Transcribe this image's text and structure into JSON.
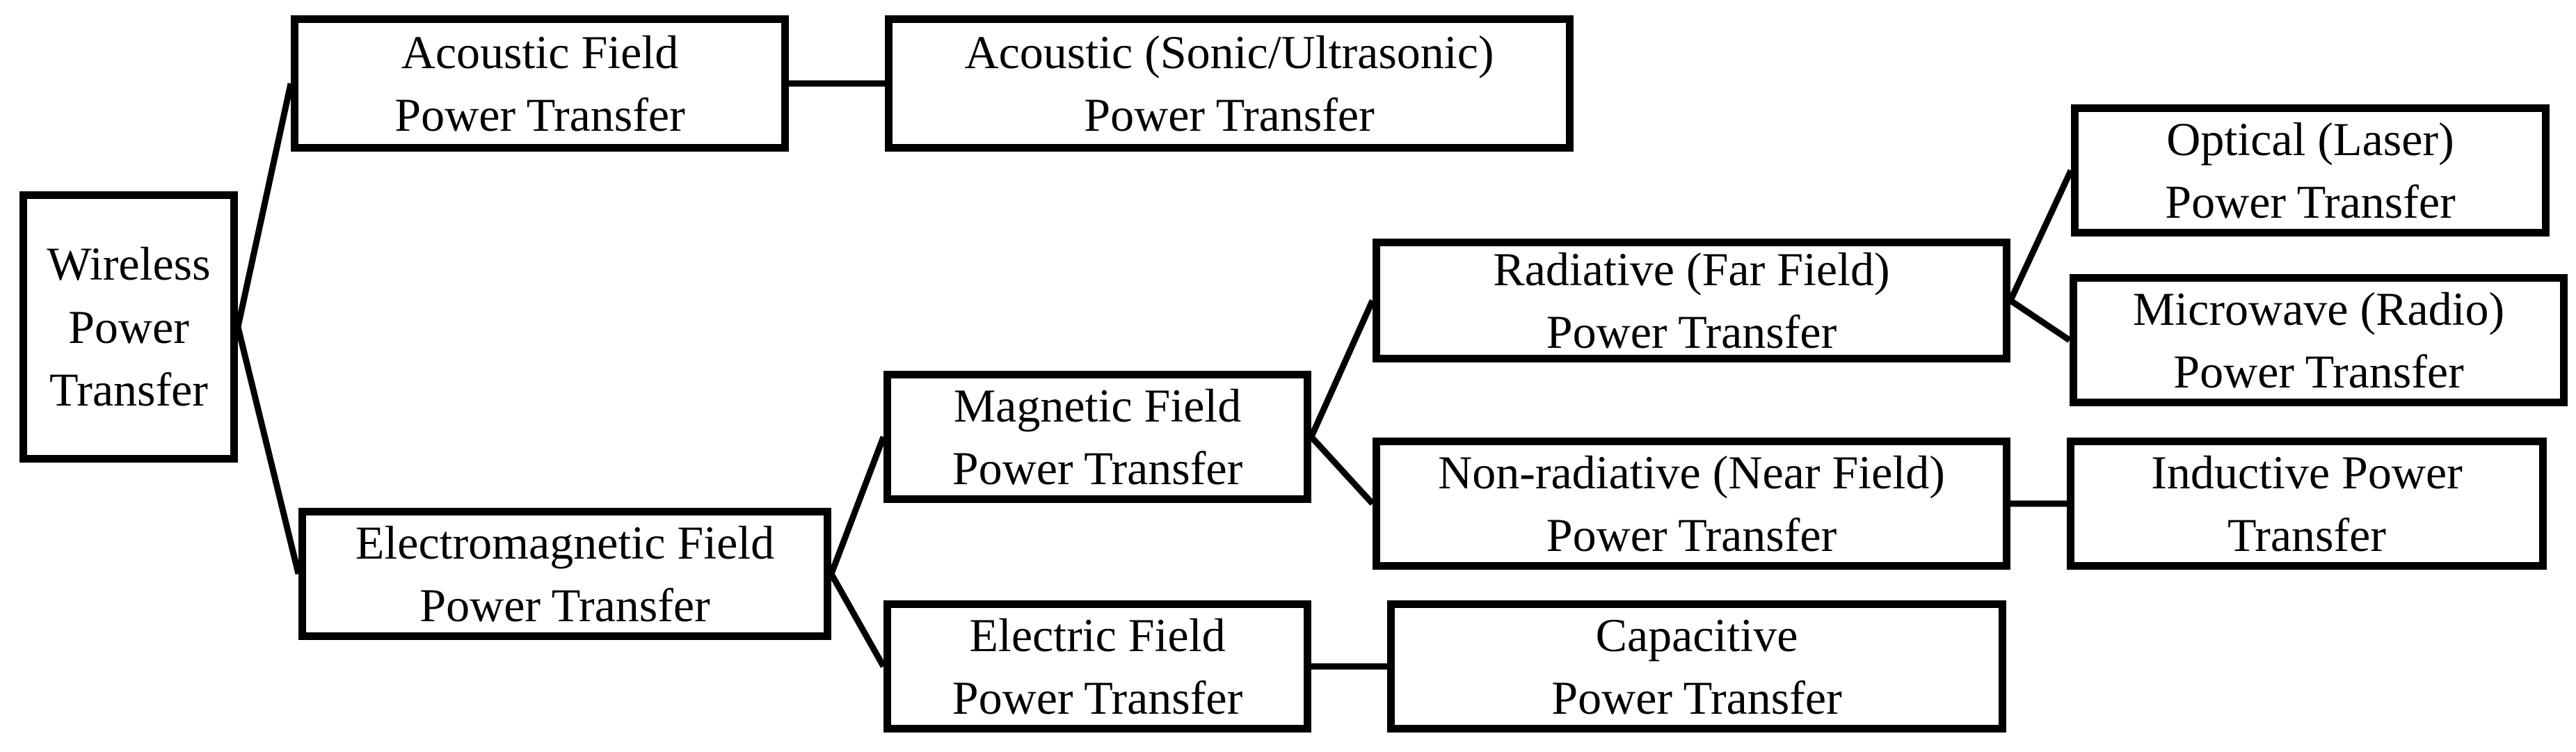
{
  "diagram": {
    "colors": {
      "background": "#ffffff",
      "box_fill": "#ffffff",
      "box_border": "#000000",
      "connector": "#000000"
    },
    "nodes": {
      "root": {
        "label": "Wireless Power Transfer",
        "lines": [
          "Wireless",
          "Power",
          "Transfer"
        ]
      },
      "acoustic_field": {
        "label": "Acoustic Field Power Transfer",
        "lines": [
          "Acoustic Field",
          "Power Transfer"
        ]
      },
      "acoustic_sonic": {
        "label": "Acoustic (Sonic/Ultrasonic) Power Transfer",
        "lines": [
          "Acoustic (Sonic/Ultrasonic)",
          "Power Transfer"
        ]
      },
      "em_field": {
        "label": "Electromagnetic Field Power Transfer",
        "lines": [
          "Electromagnetic Field",
          "Power Transfer"
        ]
      },
      "magnetic": {
        "label": "Magnetic Field Power Transfer",
        "lines": [
          "Magnetic Field",
          "Power Transfer"
        ]
      },
      "electric": {
        "label": "Electric Field Power Transfer",
        "lines": [
          "Electric Field",
          "Power Transfer"
        ]
      },
      "radiative": {
        "label": "Radiative (Far Field) Power Transfer",
        "lines": [
          "Radiative (Far Field)",
          "Power Transfer"
        ]
      },
      "non_radiative": {
        "label": "Non-radiative (Near Field) Power Transfer",
        "lines": [
          "Non-radiative (Near Field)",
          "Power Transfer"
        ]
      },
      "capacitive": {
        "label": "Capacitive Power Transfer",
        "lines": [
          "Capacitive",
          "Power Transfer"
        ]
      },
      "optical": {
        "label": "Optical (Laser) Power Transfer",
        "lines": [
          "Optical (Laser)",
          "Power Transfer"
        ]
      },
      "microwave": {
        "label": "Microwave (Radio) Power Transfer",
        "lines": [
          "Microwave (Radio)",
          "Power Transfer"
        ]
      },
      "inductive": {
        "label": "Inductive Power Transfer",
        "lines": [
          "Inductive Power",
          "Transfer"
        ]
      }
    },
    "edges": [
      {
        "from": "root",
        "to": "acoustic_field"
      },
      {
        "from": "root",
        "to": "em_field"
      },
      {
        "from": "acoustic_field",
        "to": "acoustic_sonic"
      },
      {
        "from": "em_field",
        "to": "magnetic"
      },
      {
        "from": "em_field",
        "to": "electric"
      },
      {
        "from": "magnetic",
        "to": "radiative"
      },
      {
        "from": "magnetic",
        "to": "non_radiative"
      },
      {
        "from": "radiative",
        "to": "optical"
      },
      {
        "from": "radiative",
        "to": "microwave"
      },
      {
        "from": "non_radiative",
        "to": "inductive"
      },
      {
        "from": "electric",
        "to": "capacitive"
      }
    ]
  }
}
